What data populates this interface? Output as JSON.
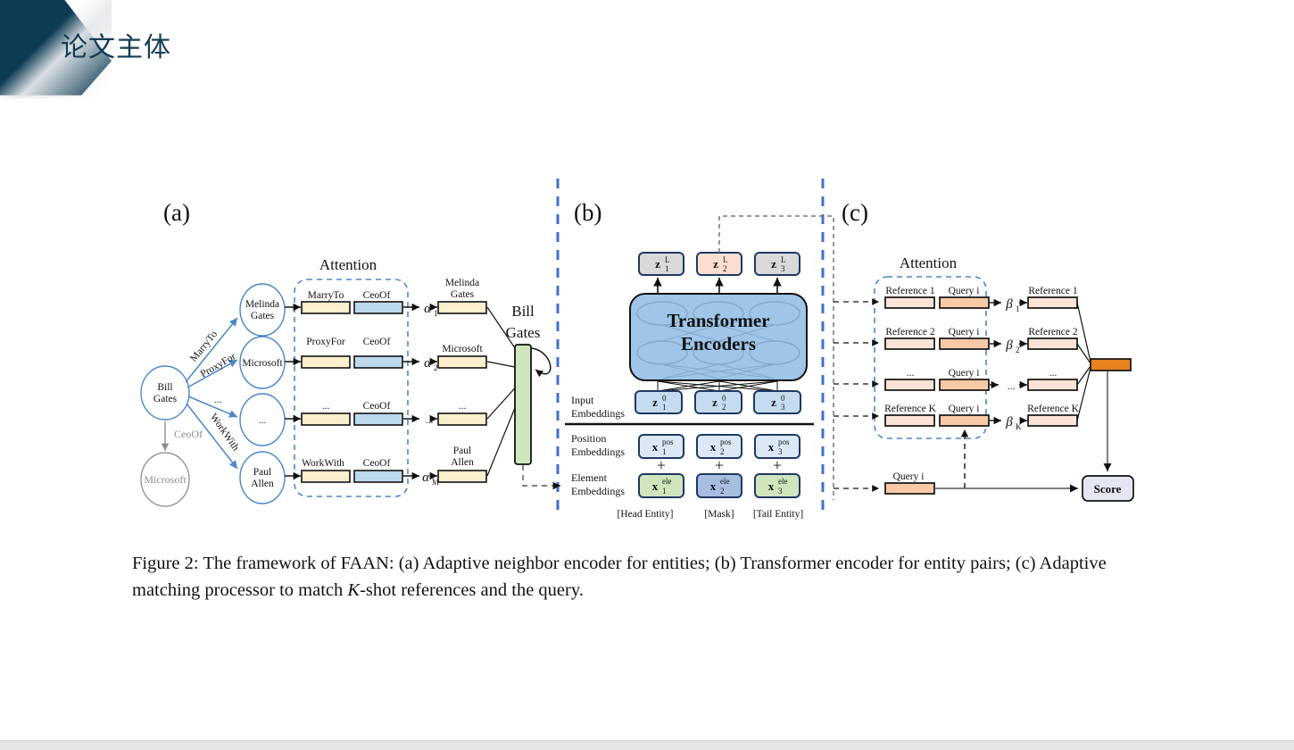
{
  "slide": {
    "title": "论文主体",
    "accent_color": "#0d3b53",
    "footer_color": "#e6e6e6"
  },
  "figure": {
    "panels": [
      {
        "key": "a",
        "label": "(a)"
      },
      {
        "key": "b",
        "label": "(b)"
      },
      {
        "key": "c",
        "label": "(c)"
      }
    ],
    "panel_a": {
      "attention_title": "Attention",
      "center_entity": "Bill\nGates",
      "center_entity_line1": "Bill",
      "center_entity_line2": "Gates",
      "masked_relation": "CeoOf",
      "masked_entity": "Microsoft",
      "edges": [
        {
          "relation": "MarryTo",
          "neighbor_line1": "Melinda",
          "neighbor_line2": "Gates"
        },
        {
          "relation": "ProxyFor",
          "neighbor_line1": "Microsoft",
          "neighbor_line2": ""
        },
        {
          "relation": "...",
          "neighbor_line1": "...",
          "neighbor_line2": ""
        },
        {
          "relation": "WorkWith",
          "neighbor_line1": "Paul",
          "neighbor_line2": "Allen"
        }
      ],
      "attention_rows": [
        {
          "relation_bar": "MarryTo",
          "entity_bar": "CeoOf",
          "alpha": "α",
          "alpha_sub": "1"
        },
        {
          "relation_bar": "ProxyFor",
          "entity_bar": "CeoOf",
          "alpha": "α",
          "alpha_sub": "2"
        },
        {
          "relation_bar": "...",
          "entity_bar": "CeoOf",
          "alpha": "...",
          "alpha_sub": ""
        },
        {
          "relation_bar": "WorkWith",
          "entity_bar": "CeoOf",
          "alpha": "α",
          "alpha_sub": "M"
        }
      ],
      "out_bars": [
        {
          "caption_line1": "Melinda",
          "caption_line2": "Gates"
        },
        {
          "caption_line1": "Microsoft",
          "caption_line2": ""
        },
        {
          "caption_line1": "...",
          "caption_line2": ""
        },
        {
          "caption_line1": "Paul",
          "caption_line2": "Allen"
        }
      ],
      "aggregate_label_line1": "Bill",
      "aggregate_label_line2": "Gates",
      "colors": {
        "relation_bar": "#fbefcd",
        "entity_bar": "#bcd9ee",
        "aggregate_bar": "#cfe6bd",
        "node_stroke": "#4a86c8",
        "masked_stroke": "#8d8d8d"
      }
    },
    "panel_b": {
      "encoder_line1": "Transformer",
      "encoder_line2": "Encoders",
      "row_labels": [
        {
          "line1": "Input",
          "line2": "Embeddings"
        },
        {
          "line1": "Position",
          "line2": "Embeddings"
        },
        {
          "line1": "Element",
          "line2": "Embeddings"
        }
      ],
      "outputs": [
        {
          "sym": "z",
          "sup": "L",
          "sub": "1",
          "color": "#d9d9d9"
        },
        {
          "sym": "z",
          "sup": "L",
          "sub": "2",
          "color": "#fbded0"
        },
        {
          "sym": "z",
          "sup": "L",
          "sub": "3",
          "color": "#d9d9d9"
        }
      ],
      "inputs": [
        {
          "sym": "z",
          "sup": "0",
          "sub": "1",
          "color": "#c5dcf0"
        },
        {
          "sym": "z",
          "sup": "0",
          "sub": "2",
          "color": "#c5dcf0"
        },
        {
          "sym": "z",
          "sup": "0",
          "sub": "3",
          "color": "#c5dcf0"
        }
      ],
      "position_embeddings": [
        {
          "sym": "x",
          "sup": "pos",
          "sub": "1",
          "color": "#dbe9f7"
        },
        {
          "sym": "x",
          "sup": "pos",
          "sub": "2",
          "color": "#dbe9f7"
        },
        {
          "sym": "x",
          "sup": "pos",
          "sub": "3",
          "color": "#dbe9f7"
        }
      ],
      "element_embeddings": [
        {
          "sym": "x",
          "sup": "ele",
          "sub": "1",
          "color": "#cfe6bd"
        },
        {
          "sym": "x",
          "sup": "ele",
          "sub": "2",
          "color": "#a8bee0"
        },
        {
          "sym": "x",
          "sup": "ele",
          "sub": "3",
          "color": "#cfe6bd"
        }
      ],
      "token_labels": [
        "[Head Entity]",
        "[Mask]",
        "[Tail  Entity]"
      ],
      "plus_symbol": "+",
      "colors": {
        "encoder_fill": "#9fc5e8",
        "box_stroke": "#1f3864"
      }
    },
    "panel_c": {
      "attention_title": "Attention",
      "rows": [
        {
          "reference": "Reference 1",
          "query": "Query i",
          "beta": "β",
          "beta_sub": "1",
          "weighted": "Reference 1"
        },
        {
          "reference": "Reference 2",
          "query": "Query i",
          "beta": "β",
          "beta_sub": "2",
          "weighted": "Reference 2"
        },
        {
          "reference": "...",
          "query": "Query i",
          "beta": "...",
          "beta_sub": "",
          "weighted": "..."
        },
        {
          "reference": "Reference K",
          "query": "Query i",
          "beta": "β",
          "beta_sub": "K",
          "weighted": "Reference K"
        }
      ],
      "query_label": "Query i",
      "score_label": "Score",
      "colors": {
        "reference_bar": "#fbe4d5",
        "query_bar": "#f7c9a6",
        "merge_bar": "#e8821e",
        "score_fill": "#e4e6f2"
      }
    },
    "dividers": {
      "color": "#3f6fd1"
    }
  },
  "caption": {
    "prefix": "Figure 2: The framework of FAAN: (a) Adaptive neighbor encoder for entities; (b) Transformer encoder for entity pairs; (c) Adaptive matching processor to match ",
    "italic": "K",
    "suffix": "-shot references and the query."
  }
}
